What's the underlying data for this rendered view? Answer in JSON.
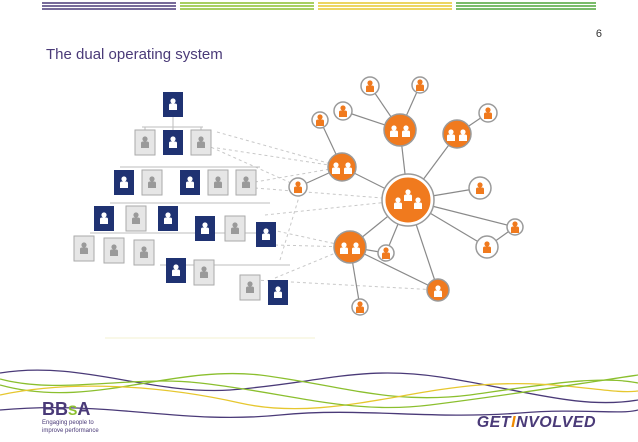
{
  "slide": {
    "page_number": "6",
    "title": "The dual operating system"
  },
  "colors": {
    "hierarchy_dark": "#1f3272",
    "hierarchy_light": "#d7d7d7",
    "network_orange": "#f07a1e",
    "top_bar": [
      "#4a3a78",
      "#8bbf2e",
      "#e6c72f",
      "#4fa53a"
    ]
  },
  "icons": [
    "person-icon",
    "group-icon"
  ],
  "footer": {
    "left_logo": {
      "mark_a": "BB",
      "mark_b": "S",
      "mark_c": "A",
      "tagline_1": "Engaging people to",
      "tagline_2": "improve performance"
    },
    "right_logo": {
      "part_1": "GET",
      "part_2": "I",
      "part_3": "NVOLVED"
    }
  }
}
